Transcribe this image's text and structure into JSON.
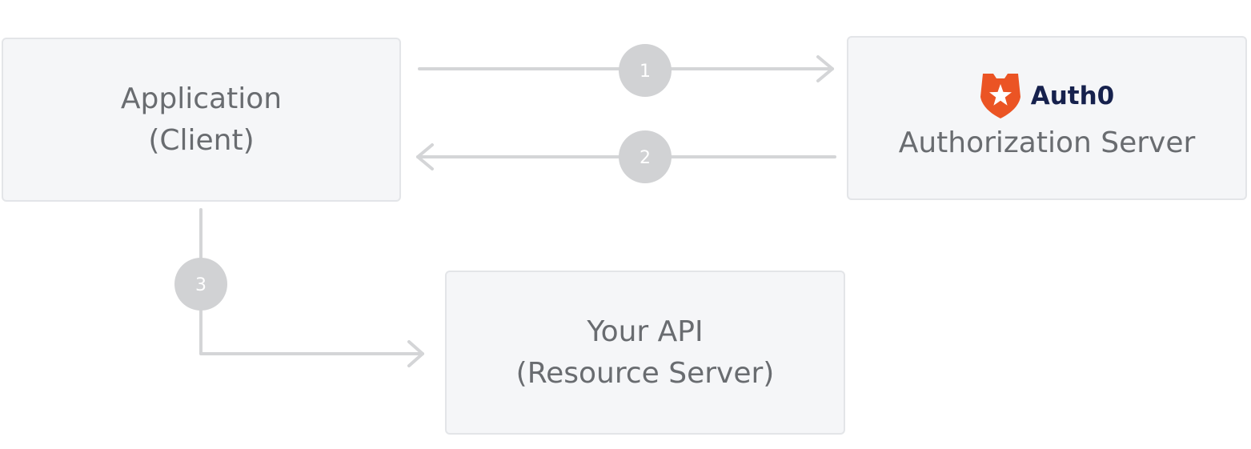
{
  "client": {
    "line1": "Application",
    "line2": "(Client)"
  },
  "auth_server": {
    "brand": "Auth0",
    "logo_icon": "auth0-shield-star-icon",
    "label": "Authorization Server"
  },
  "api": {
    "line1": "Your API",
    "line2": "(Resource Server)"
  },
  "steps": [
    {
      "number": "1"
    },
    {
      "number": "2"
    },
    {
      "number": "3"
    }
  ],
  "colors": {
    "box_fill": "#f5f6f8",
    "box_border": "#e3e5e8",
    "text": "#696c70",
    "connector": "#d4d5d7",
    "step_badge": "#d1d2d4",
    "brand_orange": "#eb5424",
    "brand_text": "#16214d"
  }
}
